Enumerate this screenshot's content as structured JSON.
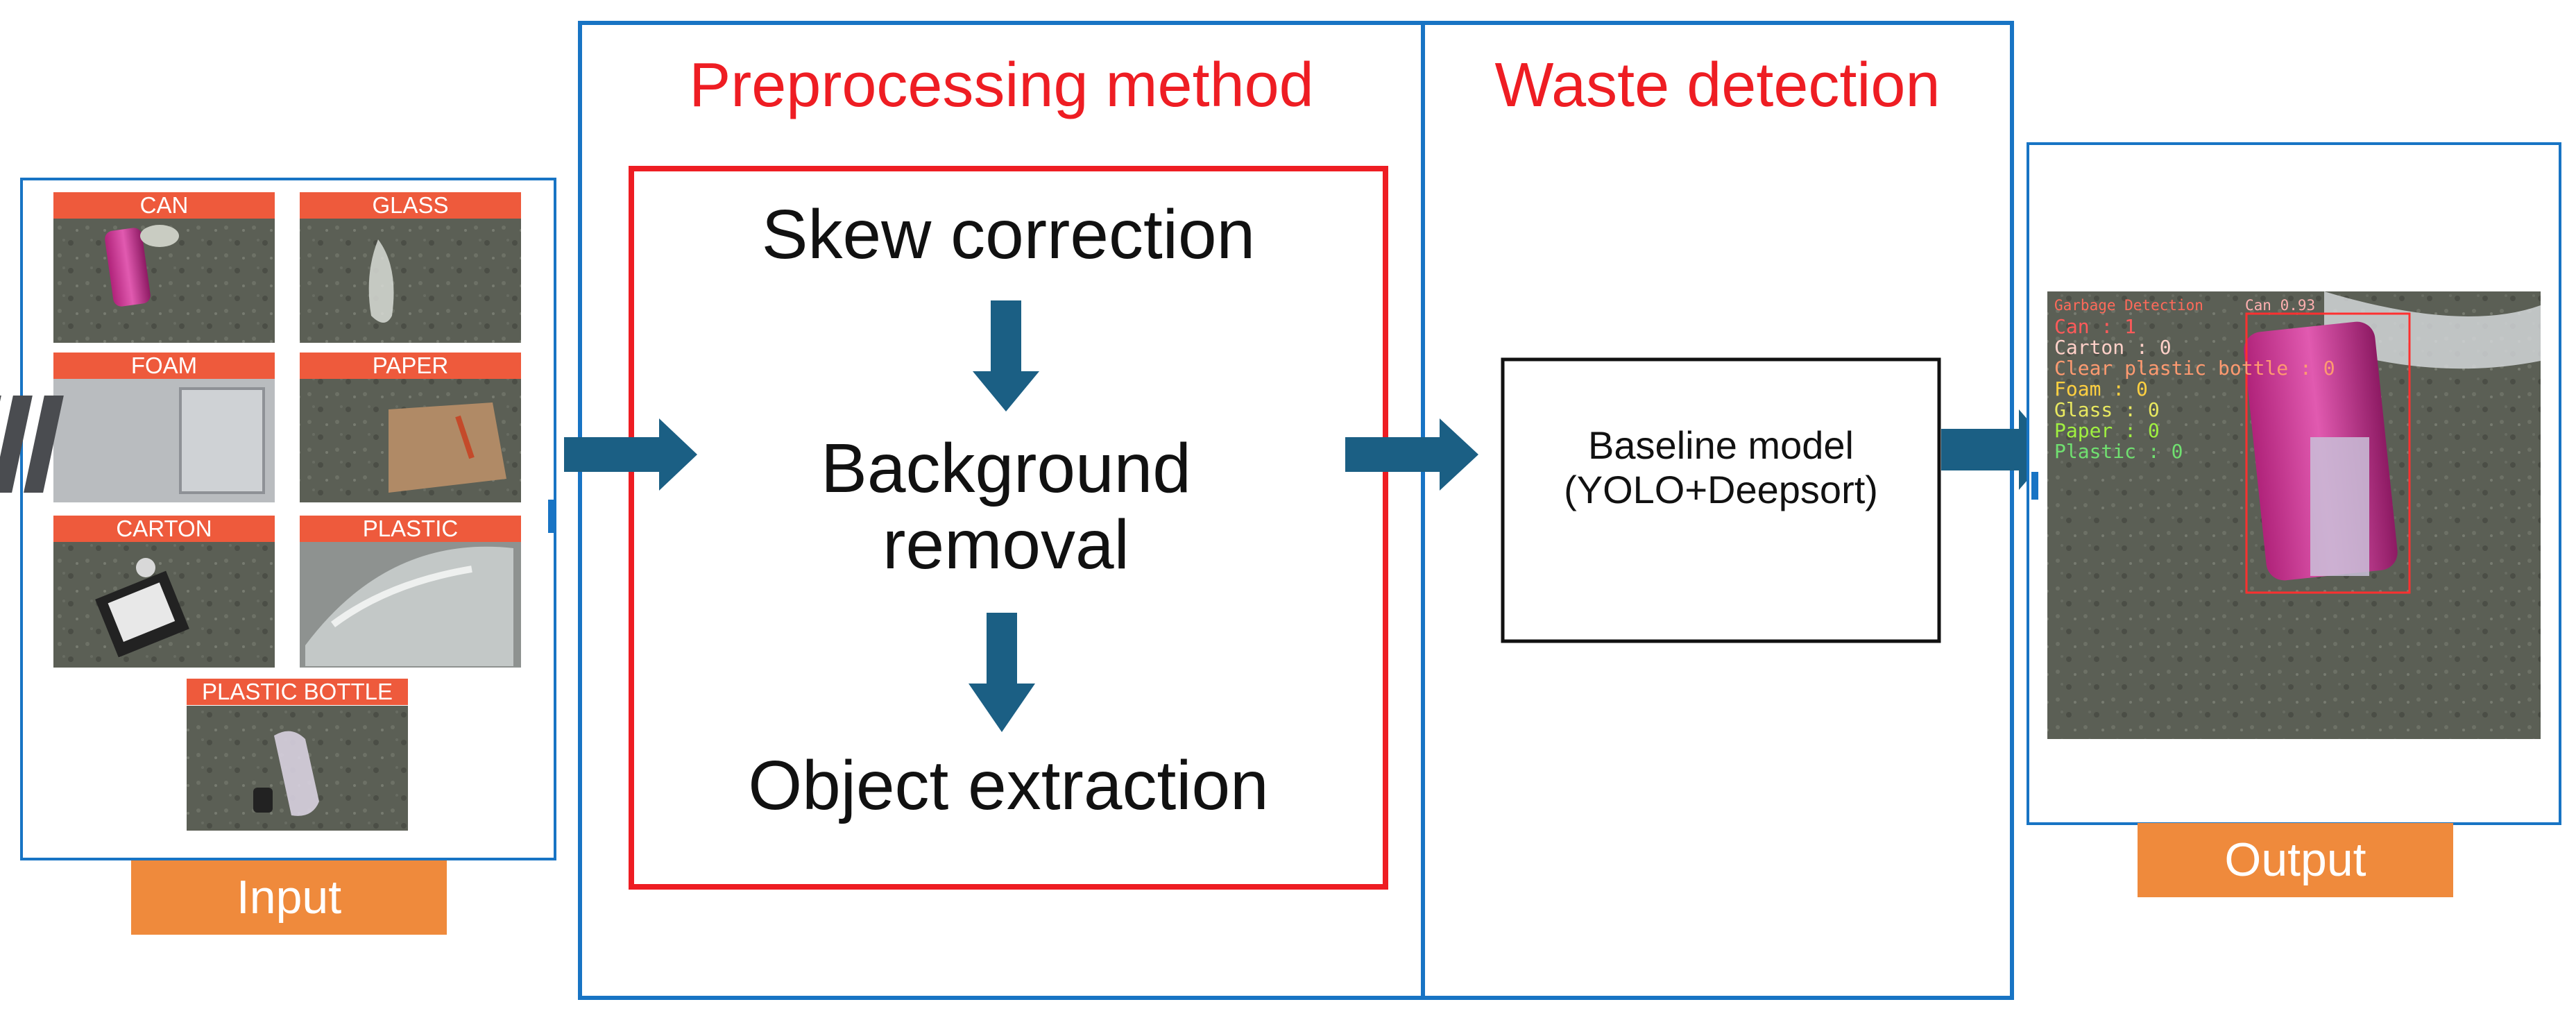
{
  "colors": {
    "panel_border": "#1874c4",
    "stage_border": "#1874c4",
    "preprocess_border": "#ee1d23",
    "title_red": "#ee1d23",
    "arrow": "#1b5f84",
    "label_orange": "#ef8a3c",
    "tile_label": "#ee5a3c"
  },
  "input": {
    "label": "Input",
    "tiles": [
      "CAN",
      "GLASS",
      "FOAM",
      "PAPER",
      "CARTON",
      "PLASTIC",
      "PLASTIC BOTTLE"
    ]
  },
  "preprocessing": {
    "title": "Preprocessing method",
    "steps": [
      "Skew correction",
      "Background removal",
      "Object extraction"
    ]
  },
  "detection": {
    "title": "Waste detection",
    "model_line1": "Baseline model",
    "model_line2": "(YOLO+Deepsort)"
  },
  "output": {
    "label": "Output",
    "overlay_title": "Garbage Detection",
    "detection_label": "Can 0.93",
    "counts": [
      {
        "text": "Can : 1",
        "color": "#ff5a5a"
      },
      {
        "text": "Carton : 0",
        "color": "#ffd0c8"
      },
      {
        "text": "Clear plastic bottle : 0",
        "color": "#ff9a70"
      },
      {
        "text": "Foam : 0",
        "color": "#ffd040"
      },
      {
        "text": "Glass : 0",
        "color": "#e8e860"
      },
      {
        "text": "Paper : 0",
        "color": "#a0f040"
      },
      {
        "text": "Plastic : 0",
        "color": "#70e070"
      }
    ]
  }
}
